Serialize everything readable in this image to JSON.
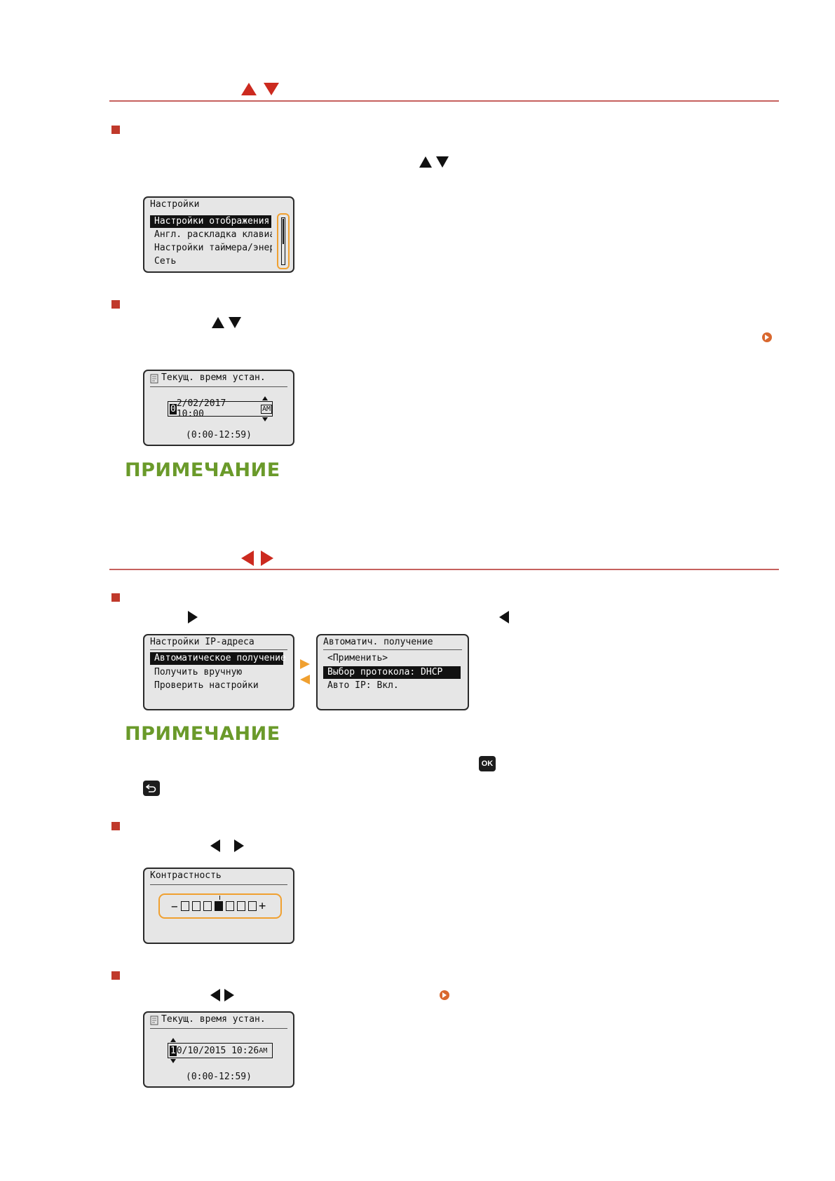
{
  "colors": {
    "heading_arrow": "#cc2a1f",
    "rule": "#c0504d",
    "bullet": "#c0392b",
    "note": "#6a9a2a",
    "highlight": "#f0a030"
  },
  "section1": {
    "icons": [
      "triangle-up-red-icon",
      "triangle-down-red-icon"
    ]
  },
  "section2": {
    "icons": [
      "triangle-left-red-icon",
      "triangle-right-red-icon"
    ]
  },
  "lcd_settings": {
    "title": "Настройки",
    "items": [
      "Настройки отображения",
      "Англ. раскладка клавиату",
      "Настройки таймера/энерго",
      "Сеть"
    ],
    "selected_index": 0
  },
  "lcd_time1": {
    "title": "Текущ. время устан.",
    "value": "02/02/2017 10:00",
    "cursor_char": "0",
    "rest": "2/02/2017 10:00",
    "ampm": "AM",
    "range": "(0:00-12:59)"
  },
  "note1": {
    "title": "ПРИМЕЧАНИЕ"
  },
  "lcd_ip": {
    "title": "Настройки IP-адреса",
    "items": [
      "Автоматическое получение",
      "Получить вручную",
      "Проверить настройки"
    ],
    "selected_index": 0
  },
  "lcd_auto": {
    "title": "Автоматич. получение",
    "items": [
      "<Применить>",
      "Выбор протокола: DHCP",
      "Авто IP: Вкл."
    ],
    "selected_index": 1
  },
  "note2": {
    "title": "ПРИМЕЧАНИЕ",
    "ok_label": "OK"
  },
  "lcd_contrast": {
    "title": "Контрастность",
    "minus": "−",
    "plus": "+",
    "level": 4,
    "steps": 7
  },
  "lcd_time2": {
    "title": "Текущ. время устан.",
    "cursor_char": "1",
    "rest": "0/10/2015 10:26",
    "ampm": "AM",
    "range": "(0:00-12:59)"
  }
}
